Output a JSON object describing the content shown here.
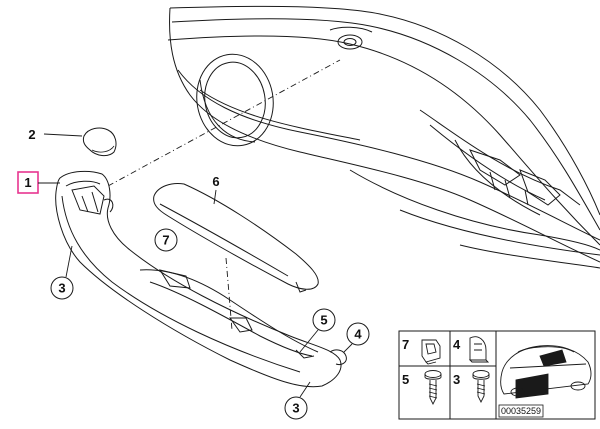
{
  "callouts": {
    "c1": "1",
    "c2": "2",
    "c3a": "3",
    "c3b": "3",
    "c4": "4",
    "c5": "5",
    "c6": "6",
    "c7": "7"
  },
  "legend": {
    "items": [
      {
        "number": "7",
        "part": "clip"
      },
      {
        "number": "4",
        "part": "cap-nut"
      },
      {
        "number": "5",
        "part": "screw"
      },
      {
        "number": "3",
        "part": "screw"
      }
    ],
    "reference_id": "00035259"
  },
  "colors": {
    "highlight": "#e8358f",
    "line": "#1a1a1a",
    "background": "#ffffff"
  }
}
